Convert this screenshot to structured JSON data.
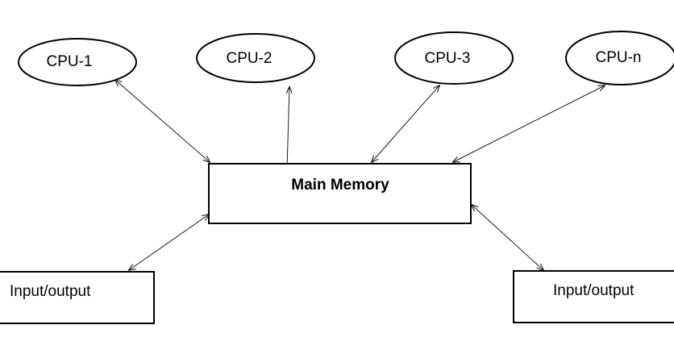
{
  "diagram": {
    "cpus": [
      {
        "label": "CPU-1"
      },
      {
        "label": "CPU-2"
      },
      {
        "label": "CPU-3"
      },
      {
        "label": "CPU-n"
      }
    ],
    "memory": {
      "label": "Main Memory"
    },
    "io": [
      {
        "label": "Input/output"
      },
      {
        "label": "Input/output"
      }
    ],
    "colors": {
      "stroke": "#000000",
      "background": "#ffffff"
    }
  }
}
